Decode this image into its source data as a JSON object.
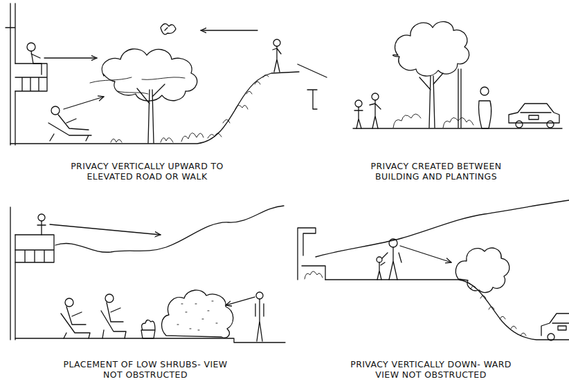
{
  "diagram": {
    "labels": [
      "PRIVACY VERTICALLY UPWARD TO ELEVATED ROAD OR WALK",
      "PRIVACY CREATED BETWEEN BUILDING AND PLANTINGS",
      "PLACEMENT OF LOW SHRUBS- VIEW NOT OBSTRUCTED",
      "PRIVACY VERTICALLY DOWN- WARD VIEW NOT OBSTRUCTED"
    ]
  }
}
